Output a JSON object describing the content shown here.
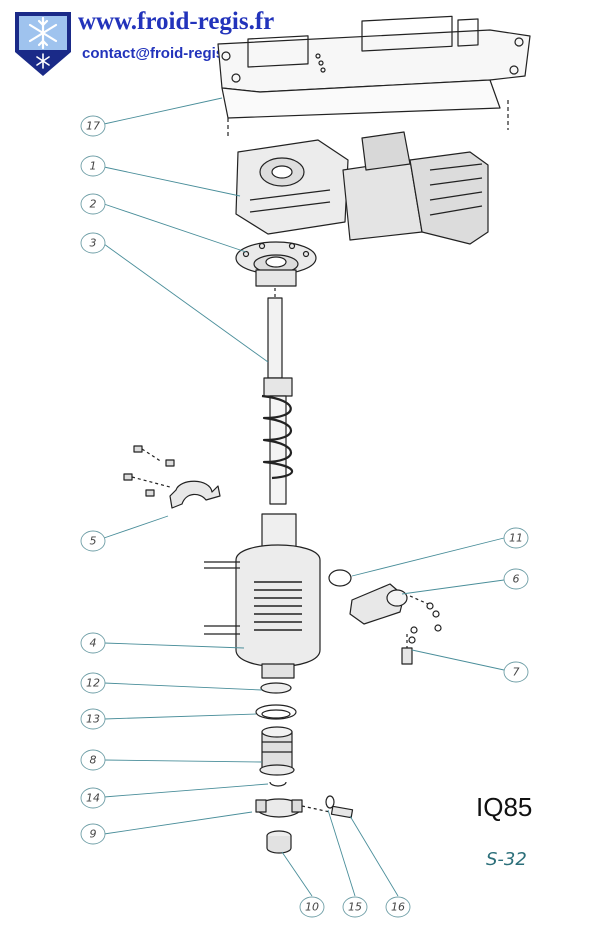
{
  "header": {
    "site_url": "www.froid-regis.fr",
    "contact_email": "contact@froid-regis.fr",
    "logo_icon": "snowflake-logo-icon"
  },
  "drawing": {
    "model": "IQ85",
    "sheet_ref": "S-32",
    "callouts": [
      {
        "id": "c17",
        "label": "17"
      },
      {
        "id": "c1",
        "label": "1"
      },
      {
        "id": "c2",
        "label": "2"
      },
      {
        "id": "c3",
        "label": "3"
      },
      {
        "id": "c5",
        "label": "5"
      },
      {
        "id": "c11",
        "label": "11"
      },
      {
        "id": "c6",
        "label": "6"
      },
      {
        "id": "c4",
        "label": "4"
      },
      {
        "id": "c7",
        "label": "7"
      },
      {
        "id": "c12",
        "label": "12"
      },
      {
        "id": "c13",
        "label": "13"
      },
      {
        "id": "c8",
        "label": "8"
      },
      {
        "id": "c14",
        "label": "14"
      },
      {
        "id": "c9",
        "label": "9"
      },
      {
        "id": "c10",
        "label": "10"
      },
      {
        "id": "c15",
        "label": "15"
      },
      {
        "id": "c16",
        "label": "16"
      }
    ]
  },
  "colors": {
    "brand": "#2233bb",
    "leader": "#4a8e9a",
    "ink": "#222222"
  }
}
